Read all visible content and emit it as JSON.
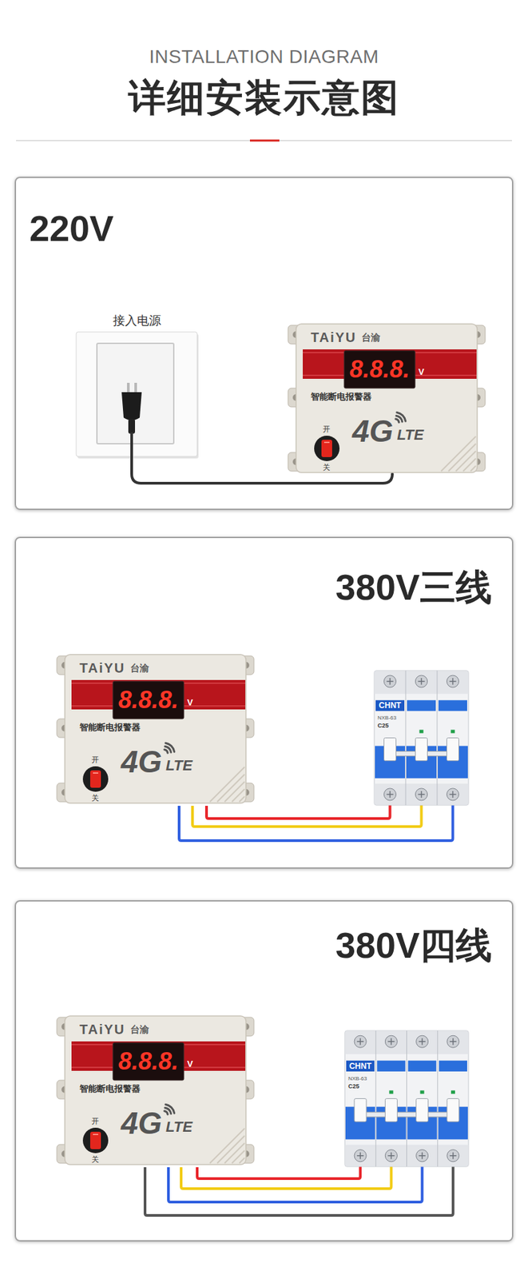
{
  "diagram": {
    "title": "详细安装示意图",
    "nodes": [
      {
        "text": [
          "220V"
        ]
      },
      {
        "text": [
          "接入电源"
        ],
        "in": 0
      },
      {
        "text": [
          "TAiYU",
          "台渝",
          "8.8.8.",
          "V",
          "智能断电报警器",
          "4G",
          "LTE",
          "开",
          "关"
        ],
        "in": 0
      },
      {
        "text": [
          "380V三线"
        ]
      },
      {
        "text": [
          "TAiYU",
          "台渝",
          "8.8.8.",
          "V",
          "智能断电报警器",
          "4G",
          "LTE",
          "开",
          "关"
        ],
        "in": 3
      },
      {
        "text": [
          "CHNT",
          "NXB-63",
          "C25"
        ],
        "in": 3
      },
      {
        "text": [
          "380V四线"
        ]
      },
      {
        "text": [
          "TAiYU",
          "台渝",
          "8.8.8.",
          "V",
          "智能断电报警器",
          "4G",
          "LTE",
          "开",
          "关"
        ],
        "in": 6
      },
      {
        "text": [
          "CHNT",
          "NXB-63",
          "C25"
        ],
        "in": 6
      }
    ],
    "edges": [
      {
        "from": 1,
        "to": 2,
        "arrow": "none"
      },
      {
        "from": 4,
        "to": 5,
        "arrow": "none"
      },
      {
        "from": 4,
        "to": 5,
        "arrow": "none"
      },
      {
        "from": 4,
        "to": 5,
        "arrow": "none"
      },
      {
        "from": 7,
        "to": 8,
        "arrow": "none"
      },
      {
        "from": 7,
        "to": 8,
        "arrow": "none"
      },
      {
        "from": 7,
        "to": 8,
        "arrow": "none"
      },
      {
        "from": 7,
        "to": 8,
        "arrow": "none"
      }
    ],
    "labels": [
      "INSTALLATION DIAGRAM"
    ]
  }
}
